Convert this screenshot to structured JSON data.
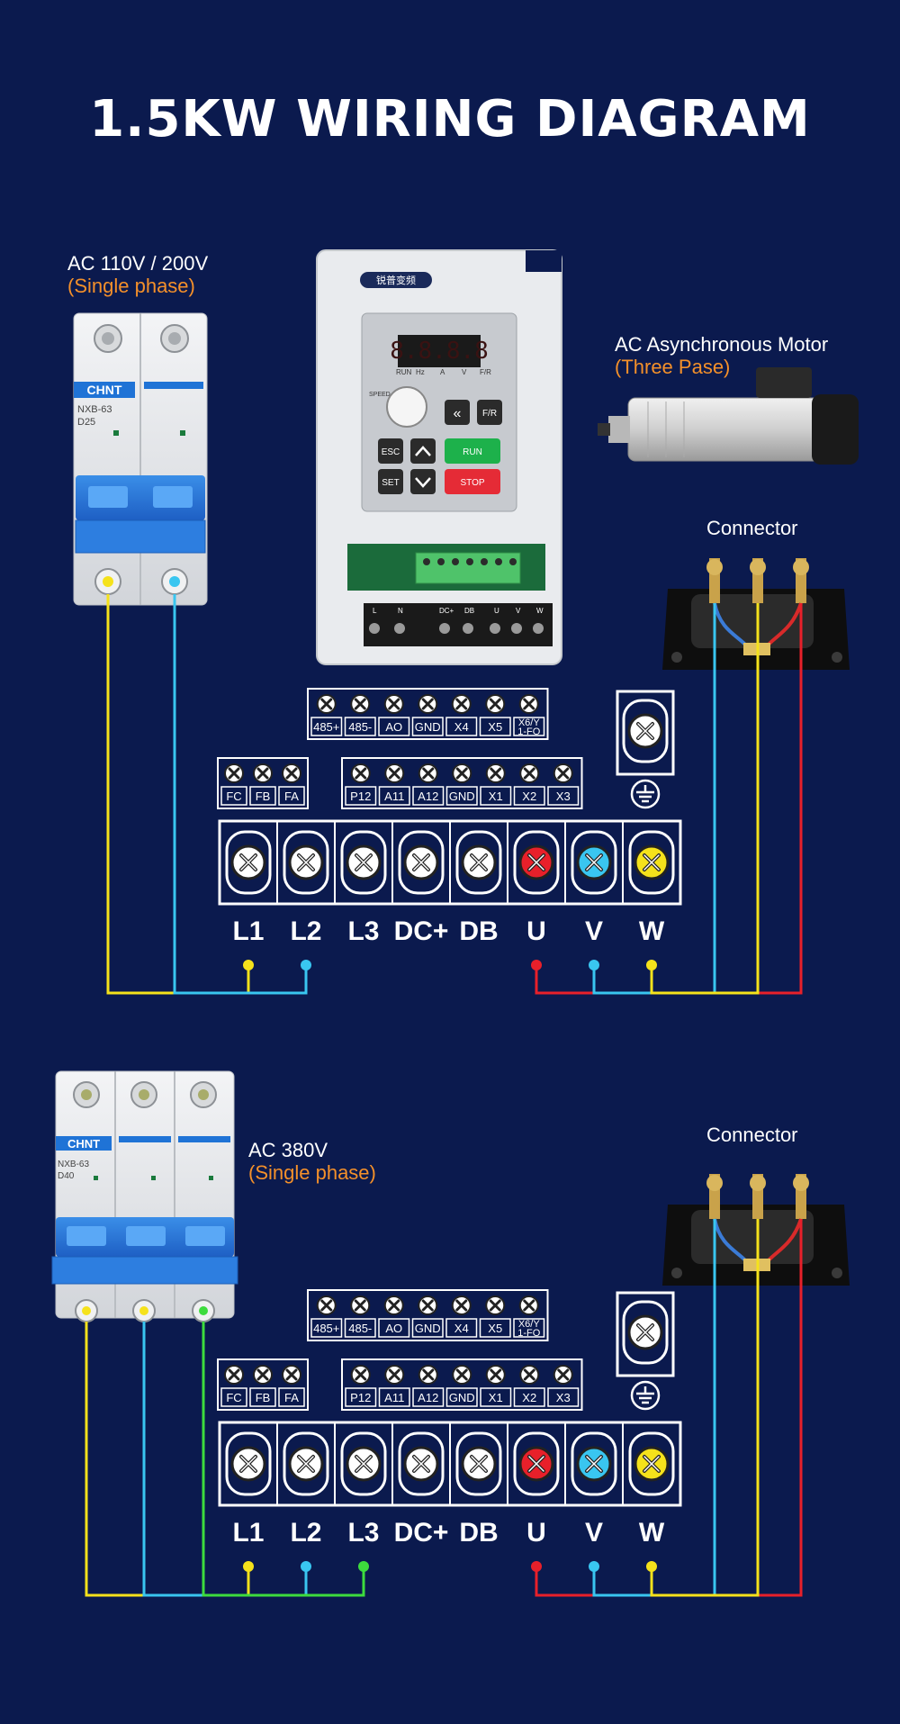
{
  "title": "1.5KW WIRING DIAGRAM",
  "section1": {
    "supply_line1": "AC 110V / 200V",
    "supply_line2": "(Single phase)",
    "connector": "Connector",
    "breaker_brand": "CHNT",
    "breaker_model": "NXB-63",
    "breaker_rating": "D25"
  },
  "section2": {
    "supply_line1": "AC 380V",
    "supply_line2": "(Single phase)",
    "connector": "Connector",
    "breaker_brand": "CHNT",
    "breaker_model": "NXB-63",
    "breaker_rating": "D40"
  },
  "motor": {
    "line1": "AC Asynchronous Motor",
    "line2": "(Three Pase)"
  },
  "vfd": {
    "brand": "锐普变频",
    "display": "8.8.8.8",
    "indicators": [
      "RUN",
      "Hz",
      "A",
      "V",
      "F/R"
    ],
    "speed_label": "SPEED",
    "btn_back": "«",
    "btn_fr": "F/R",
    "btn_esc": "ESC",
    "btn_set": "SET",
    "btn_run": "RUN",
    "btn_stop": "STOP",
    "terminals": [
      "L",
      "N",
      "DC+",
      "DB",
      "U",
      "V",
      "W"
    ]
  },
  "terminals_top": [
    "485+",
    "485-",
    "AO",
    "GND",
    "X4",
    "X5",
    "X6/Y 1-FO"
  ],
  "terminals_relay": [
    "FC",
    "FB",
    "FA"
  ],
  "terminals_mid": [
    "P12",
    "A11",
    "A12",
    "GND",
    "X1",
    "X2",
    "X3"
  ],
  "terminals_power": [
    "L1",
    "L2",
    "L3",
    "DC+",
    "DB",
    "U",
    "V",
    "W"
  ],
  "colors": {
    "background": "#0b1a4e",
    "accent": "#f4902a",
    "wire_yellow": "#f5e21b",
    "wire_blue": "#39c6f0",
    "wire_red": "#e8202a",
    "wire_green": "#3ddc3d"
  },
  "icons": [
    "ground-icon",
    "screw-terminal-icon"
  ]
}
